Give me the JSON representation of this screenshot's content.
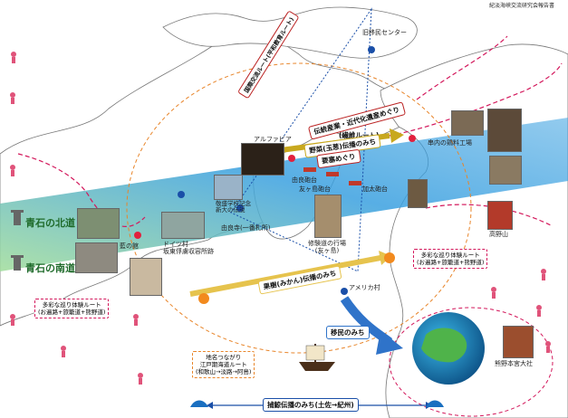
{
  "header": {
    "credit": "紀淡海峡交流研究会報告書"
  },
  "routes": {
    "kokusai": "国際交流ルート(平和教育ルート)",
    "dento_kindai": "伝統産業・近代化遺産めぐり",
    "sessen_route": "(繊維ルート)",
    "yasai": "野菜(玉葱)伝播のみち",
    "yosai": "要塞めぐり",
    "kaju": "果樹(みかん)伝播のみち",
    "imin": "移民のみち",
    "hogei": "捕鯨伝播のみち(土佐→紀州)",
    "aoishi_kita": "青石の北道",
    "aoishi_minami": "青石の南道"
  },
  "places": {
    "kyu_imin": "旧移民センター",
    "kushi_mekinoko": "串内の鶏料工場",
    "alpha_vir": "アルファビア",
    "kokyo_gakko": "敬盛学校記念\n新大の伝説",
    "yuji": "由良寺(一番札所)",
    "doitsu": "ドイツ村\n坂東俘虜収容所跡",
    "ai_yakata": "藍の館",
    "yura_houdai": "由良砲台",
    "tomogashima_houdai": "友ヶ島砲台",
    "kada_houdai": "加太砲台",
    "shuzen_kodo": "修験道の行場\n(友ヶ島)",
    "america_mura": "アメリカ村",
    "koyasan": "高野山",
    "kumano": "熊野本宮大社"
  },
  "boxes": {
    "left_taiken": "多彩な巡り体験ルート\n(お遍路+旅籠道+熊野道)",
    "right_taiken": "多彩な巡り体験ルート\n(お遍路+旅籠道+熊野道)",
    "chimei": "地名つながり\n江戸期海道ルート\n(和歌山→淡路→阿島)"
  },
  "colors": {
    "band": "#3aa0e0",
    "band_green": "#9fdc9a",
    "route_red": "#d3175b",
    "route_orange": "#e8852a",
    "blue_dot": "#1a4fa8",
    "red_dot": "#e2203d"
  }
}
